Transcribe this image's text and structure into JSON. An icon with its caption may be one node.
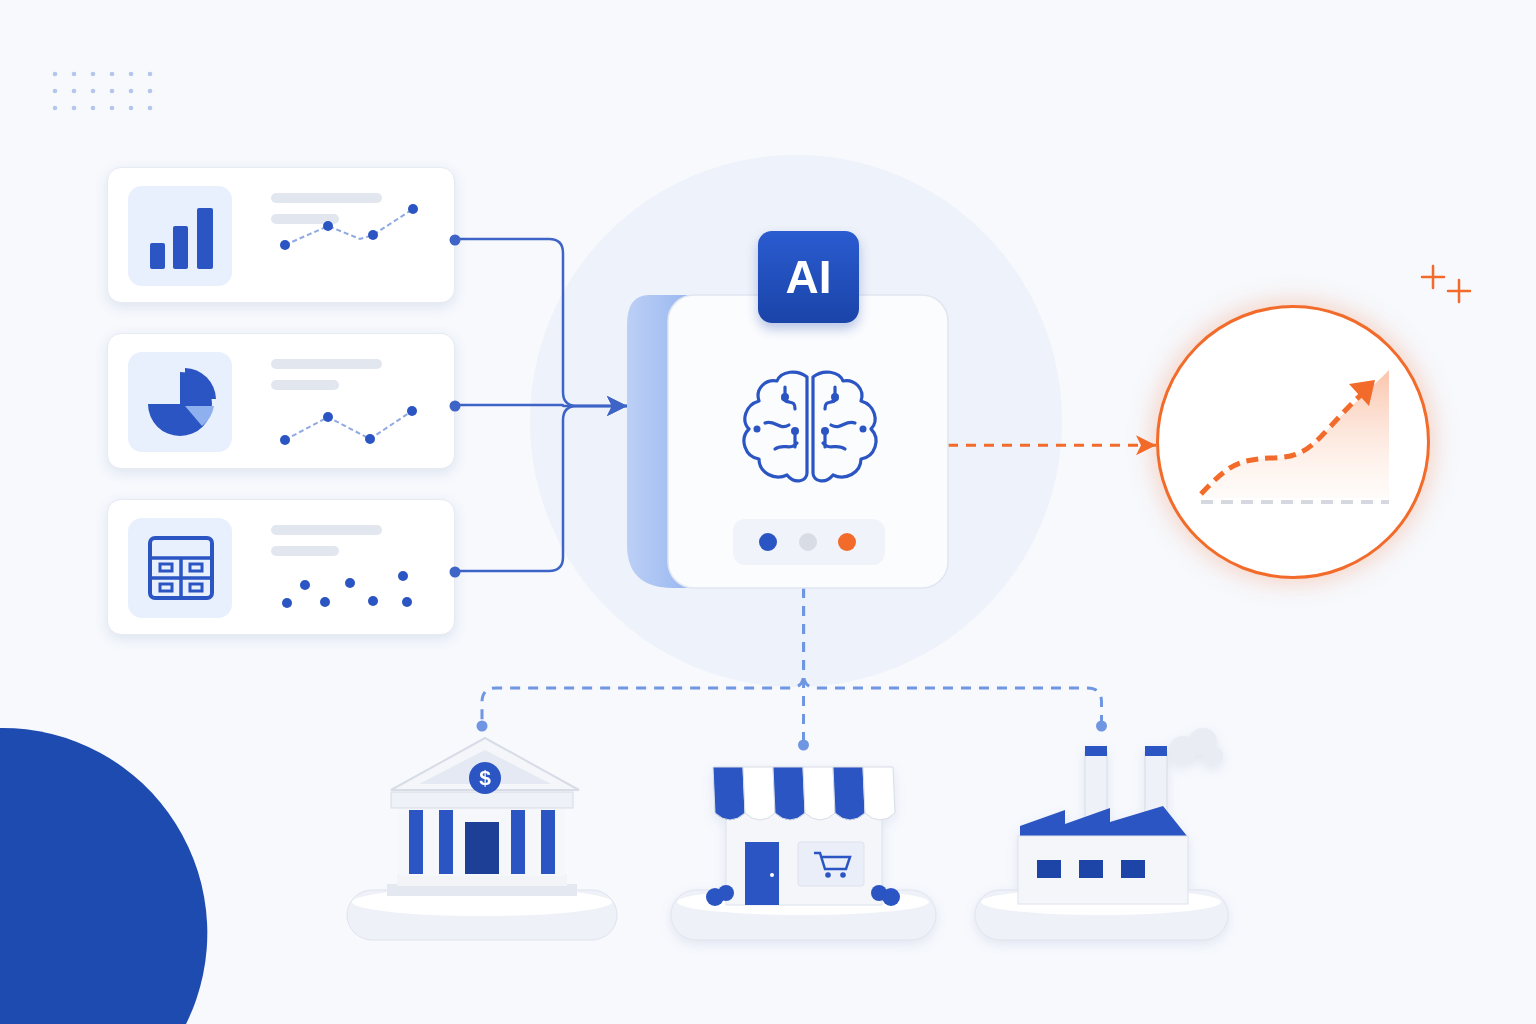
{
  "diagram": {
    "nodes": [
      {
        "text": [],
        "shape": "box"
      },
      {
        "text": [],
        "shape": "box"
      },
      {
        "text": [],
        "shape": "box"
      },
      {
        "text": [
          "AI"
        ]
      },
      {
        "text": [],
        "shape": "circle"
      },
      {
        "text": [
          "$"
        ]
      },
      {
        "text": [],
        "shape": "picture"
      },
      {
        "text": [],
        "shape": "picture"
      }
    ],
    "edges": [
      {
        "from": 0,
        "to": 3,
        "arrow": "to"
      },
      {
        "from": 1,
        "to": 3,
        "arrow": "to"
      },
      {
        "from": 2,
        "to": 3,
        "arrow": "to"
      },
      {
        "from": 3,
        "to": 4,
        "arrow": "to",
        "style": "dashed",
        "color": "#f26b2a"
      },
      {
        "from": 3,
        "to": 5,
        "arrow": "other",
        "style": "dashed"
      },
      {
        "from": 3,
        "to": 6,
        "arrow": "other",
        "style": "dashed"
      },
      {
        "from": 3,
        "to": 7,
        "arrow": "other",
        "style": "dashed"
      }
    ]
  }
}
